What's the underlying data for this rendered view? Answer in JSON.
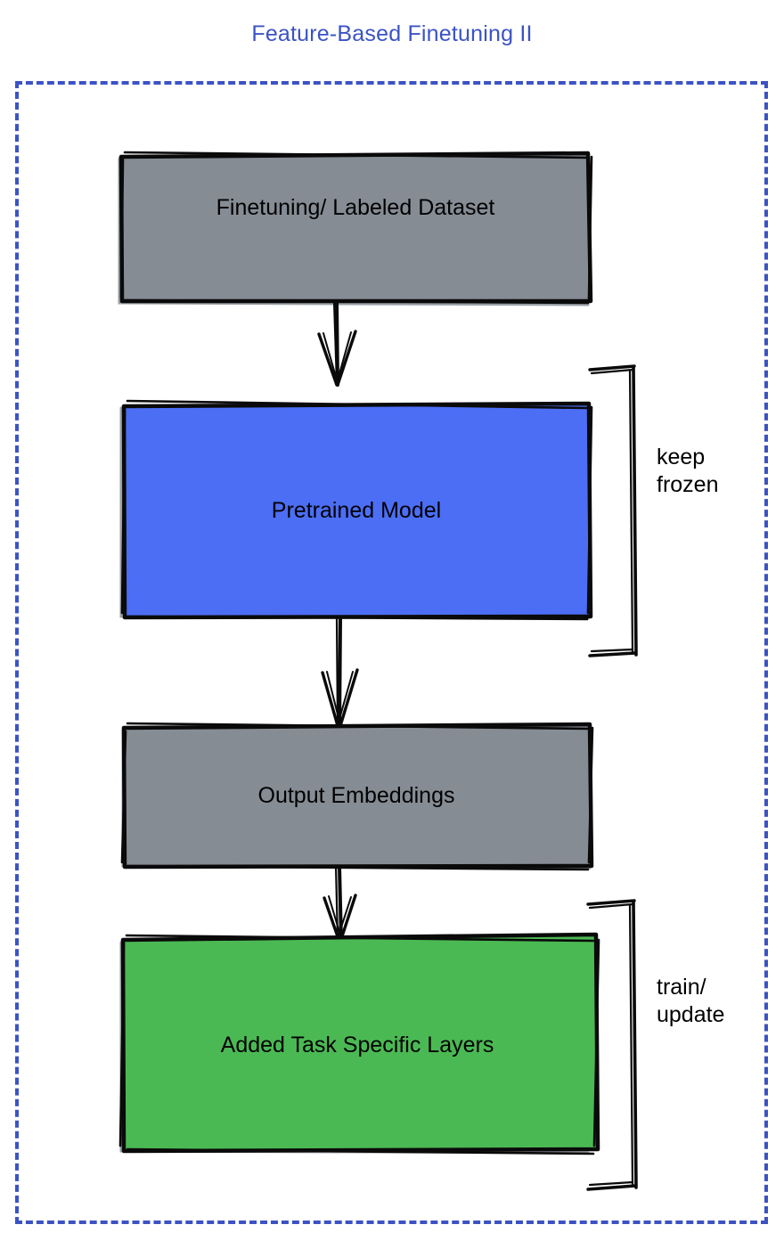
{
  "diagram": {
    "title": "Feature-Based Finetuning II",
    "title_color": "#3b53c4",
    "frame": {
      "style": "dashed",
      "color": "#3b53c4"
    },
    "nodes": [
      {
        "id": "finetuning-dataset",
        "label": "Finetuning/ Labeled Dataset",
        "fill": "#868c94",
        "stroke": "#000000",
        "shape": "rectangle"
      },
      {
        "id": "pretrained-model",
        "label": "Pretrained Model",
        "fill": "#4c6ef5",
        "stroke": "#000000",
        "shape": "rectangle"
      },
      {
        "id": "output-embeddings",
        "label": "Output Embeddings",
        "fill": "#868c94",
        "stroke": "#000000",
        "shape": "rectangle"
      },
      {
        "id": "added-task-layers",
        "label": "Added Task Specific Layers",
        "fill": "#4bb953",
        "stroke": "#000000",
        "shape": "rectangle"
      }
    ],
    "edges": [
      {
        "id": "edge-dataset-to-model",
        "from": "finetuning-dataset",
        "to": "pretrained-model",
        "style": "arrow-down"
      },
      {
        "id": "edge-model-to-embeddings",
        "from": "pretrained-model",
        "to": "output-embeddings",
        "style": "arrow-down"
      },
      {
        "id": "edge-embeddings-to-layers",
        "from": "output-embeddings",
        "to": "added-task-layers",
        "style": "arrow-down"
      }
    ],
    "annotations": [
      {
        "id": "annotation-keep-frozen",
        "label": "keep\nfrozen",
        "target": "pretrained-model",
        "bracket": "right"
      },
      {
        "id": "annotation-train-update",
        "label": "train/\nupdate",
        "target": "added-task-layers",
        "bracket": "right"
      }
    ]
  }
}
